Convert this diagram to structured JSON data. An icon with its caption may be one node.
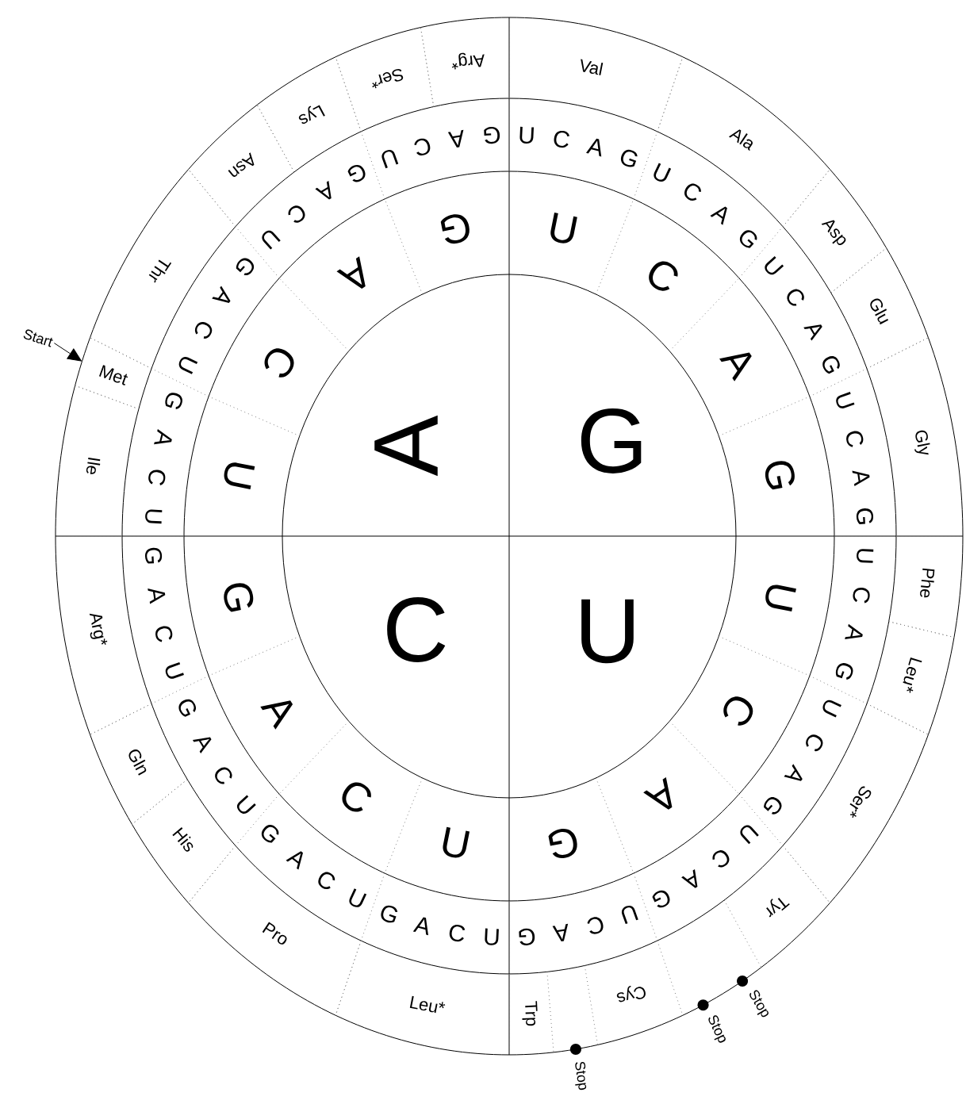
{
  "diagram": {
    "nodes": [
      {
        "text": [
          "Val"
        ]
      },
      {
        "text": [
          "Ala"
        ]
      },
      {
        "text": [
          "Asp"
        ]
      },
      {
        "text": [
          "Glu"
        ]
      },
      {
        "text": [
          "Gly"
        ]
      },
      {
        "text": [
          "Phe"
        ]
      },
      {
        "text": [
          "Leu*"
        ]
      },
      {
        "text": [
          "Ser*"
        ]
      },
      {
        "text": [
          "Tyr"
        ]
      },
      {
        "text": [
          "Cys"
        ]
      },
      {
        "text": [
          "Trp"
        ]
      },
      {
        "text": [
          "Leu*"
        ]
      },
      {
        "text": [
          "Pro"
        ]
      },
      {
        "text": [
          "His"
        ]
      },
      {
        "text": [
          "Gln"
        ]
      },
      {
        "text": [
          "Arg*"
        ]
      },
      {
        "text": [
          "Ile"
        ]
      },
      {
        "text": [
          "Met"
        ]
      },
      {
        "text": [
          "Thr"
        ]
      },
      {
        "text": [
          "Asn"
        ]
      },
      {
        "text": [
          "Lys"
        ]
      },
      {
        "text": [
          "Ser*"
        ]
      },
      {
        "text": [
          "Arg*"
        ]
      },
      {
        "text": [
          "Start"
        ]
      }
    ],
    "edges": [
      {
        "from": 23,
        "to": 17,
        "arrow": "to"
      }
    ],
    "labels": [
      "G",
      "U",
      "C",
      "A",
      "U",
      "C",
      "A",
      "G",
      "U",
      "C",
      "A",
      "G",
      "U",
      "C",
      "A",
      "G",
      "U",
      "C",
      "A",
      "G",
      "U",
      "C",
      "A",
      "G",
      "U",
      "C",
      "A",
      "G",
      "U",
      "C",
      "A",
      "G",
      "U",
      "C",
      "A",
      "G",
      "U",
      "C",
      "A",
      "G",
      "U",
      "C",
      "A",
      "G",
      "U",
      "C",
      "A",
      "G",
      "U",
      "C",
      "A",
      "G",
      "U",
      "C",
      "A",
      "G",
      "U",
      "C",
      "A",
      "G",
      "U",
      "C",
      "A",
      "G",
      "U",
      "C",
      "A",
      "G",
      "U",
      "C",
      "A",
      "G",
      "U",
      "C",
      "A",
      "G",
      "U",
      "C",
      "A",
      "G",
      "U",
      "C",
      "A",
      "G",
      "Stop",
      "Stop",
      "Stop"
    ]
  }
}
